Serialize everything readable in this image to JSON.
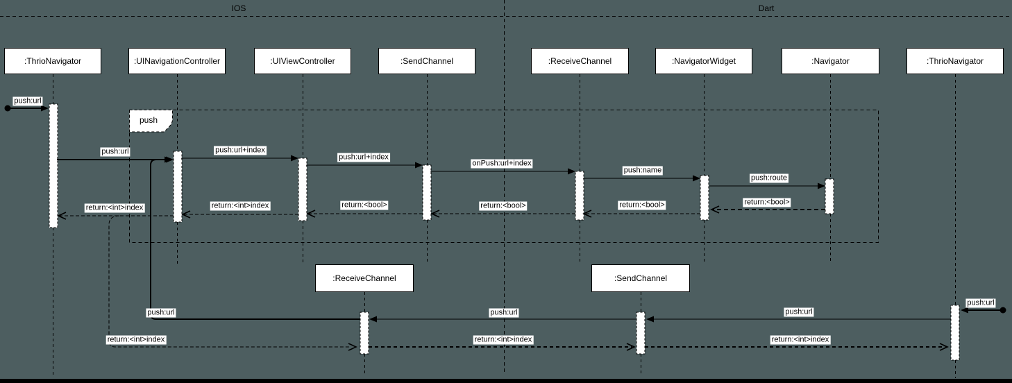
{
  "colors": {
    "background": "#4d5e60",
    "stroke": "#000000",
    "fill": "#ffffff"
  },
  "diagram": {
    "type": "uml-sequence",
    "regions": [
      {
        "label": "IOS"
      },
      {
        "label": "Dart"
      }
    ],
    "frame": {
      "operator_label": "push"
    },
    "participants": [
      {
        "id": "thrio-native",
        "label": ":ThrioNavigator",
        "region": "IOS"
      },
      {
        "id": "uinav",
        "label": ":UINavigationController",
        "region": "IOS"
      },
      {
        "id": "uiview",
        "label": ":UIViewController",
        "region": "IOS"
      },
      {
        "id": "sendchannel-native",
        "label": ":SendChannel",
        "region": "IOS"
      },
      {
        "id": "receivechannel-dart",
        "label": ":ReceiveChannel",
        "region": "Dart"
      },
      {
        "id": "navigatorwidget",
        "label": ":NavigatorWidget",
        "region": "Dart"
      },
      {
        "id": "navigator",
        "label": ":Navigator",
        "region": "Dart"
      },
      {
        "id": "thrio-dart",
        "label": ":ThrioNavigator",
        "region": "Dart"
      },
      {
        "id": "receivechannel-native",
        "label": ":ReceiveChannel",
        "region": "IOS"
      },
      {
        "id": "sendchannel-dart",
        "label": ":SendChannel",
        "region": "Dart"
      }
    ],
    "messages": [
      {
        "label": "push:url",
        "from": "found",
        "to": "thrio-native",
        "style": "sync"
      },
      {
        "label": "push:url",
        "from": "thrio-native",
        "to": "uinav",
        "style": "sync"
      },
      {
        "label": "push:url+index",
        "from": "uinav",
        "to": "uiview",
        "style": "sync"
      },
      {
        "label": "push:url+index",
        "from": "uiview",
        "to": "sendchannel-native",
        "style": "sync"
      },
      {
        "label": "onPush:url+index",
        "from": "sendchannel-native",
        "to": "receivechannel-dart",
        "style": "sync"
      },
      {
        "label": "push:name",
        "from": "receivechannel-dart",
        "to": "navigatorwidget",
        "style": "sync"
      },
      {
        "label": "push:route",
        "from": "navigatorwidget",
        "to": "navigator",
        "style": "sync"
      },
      {
        "label": "return:<bool>",
        "from": "navigator",
        "to": "navigatorwidget",
        "style": "return"
      },
      {
        "label": "return:<bool>",
        "from": "navigatorwidget",
        "to": "receivechannel-dart",
        "style": "return"
      },
      {
        "label": "return:<bool>",
        "from": "receivechannel-dart",
        "to": "sendchannel-native",
        "style": "return"
      },
      {
        "label": "return:<bool>",
        "from": "sendchannel-native",
        "to": "uiview",
        "style": "return"
      },
      {
        "label": "return:<int>index",
        "from": "uiview",
        "to": "uinav",
        "style": "return"
      },
      {
        "label": "return:<int>index",
        "from": "uinav",
        "to": "thrio-native",
        "style": "return"
      },
      {
        "label": "push:url",
        "from": "found",
        "to": "thrio-dart",
        "style": "sync"
      },
      {
        "label": "push:url",
        "from": "thrio-dart",
        "to": "sendchannel-dart",
        "style": "sync"
      },
      {
        "label": "push:url",
        "from": "sendchannel-dart",
        "to": "receivechannel-native",
        "style": "sync"
      },
      {
        "label": "push:url",
        "from": "receivechannel-native",
        "to": "uinav",
        "style": "sync"
      },
      {
        "label": "return:<int>index",
        "from": "uinav",
        "to": "receivechannel-native",
        "style": "return"
      },
      {
        "label": "return:<int>index",
        "from": "receivechannel-native",
        "to": "sendchannel-dart",
        "style": "return"
      },
      {
        "label": "return:<int>index",
        "from": "sendchannel-dart",
        "to": "thrio-dart",
        "style": "return"
      }
    ]
  }
}
